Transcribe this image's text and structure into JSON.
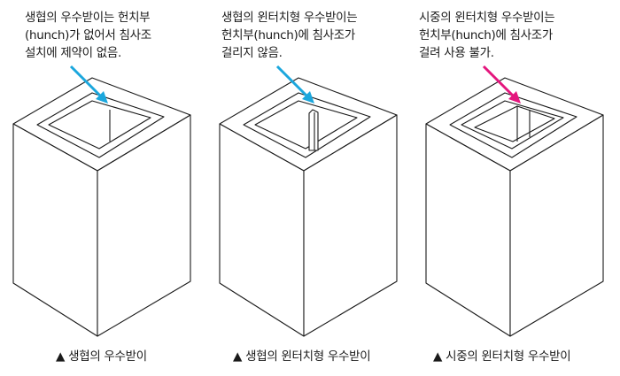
{
  "panels": [
    {
      "annotation": [
        "생협의 우수받이는 헌치부",
        "(hunch)가 없어서 침사조",
        "설치에 제약이 없음."
      ],
      "caption": "▲ 생협의  우수받이",
      "arrow_color": "#1ba7dd"
    },
    {
      "annotation": [
        "생협의 윈터치형 우수받이는",
        "헌치부(hunch)에 침사조가",
        "걸리지 않음."
      ],
      "caption": "▲ 생협의 윈터치형 우수받이",
      "arrow_color": "#1ba7dd"
    },
    {
      "annotation": [
        "시중의 윈터치형 우수받이는",
        "헌치부(hunch)에 침사조가",
        "걸려 사용 불가."
      ],
      "caption": "▲ 시중의 윈터치형 우수받이",
      "arrow_color": "#e4167d"
    }
  ]
}
